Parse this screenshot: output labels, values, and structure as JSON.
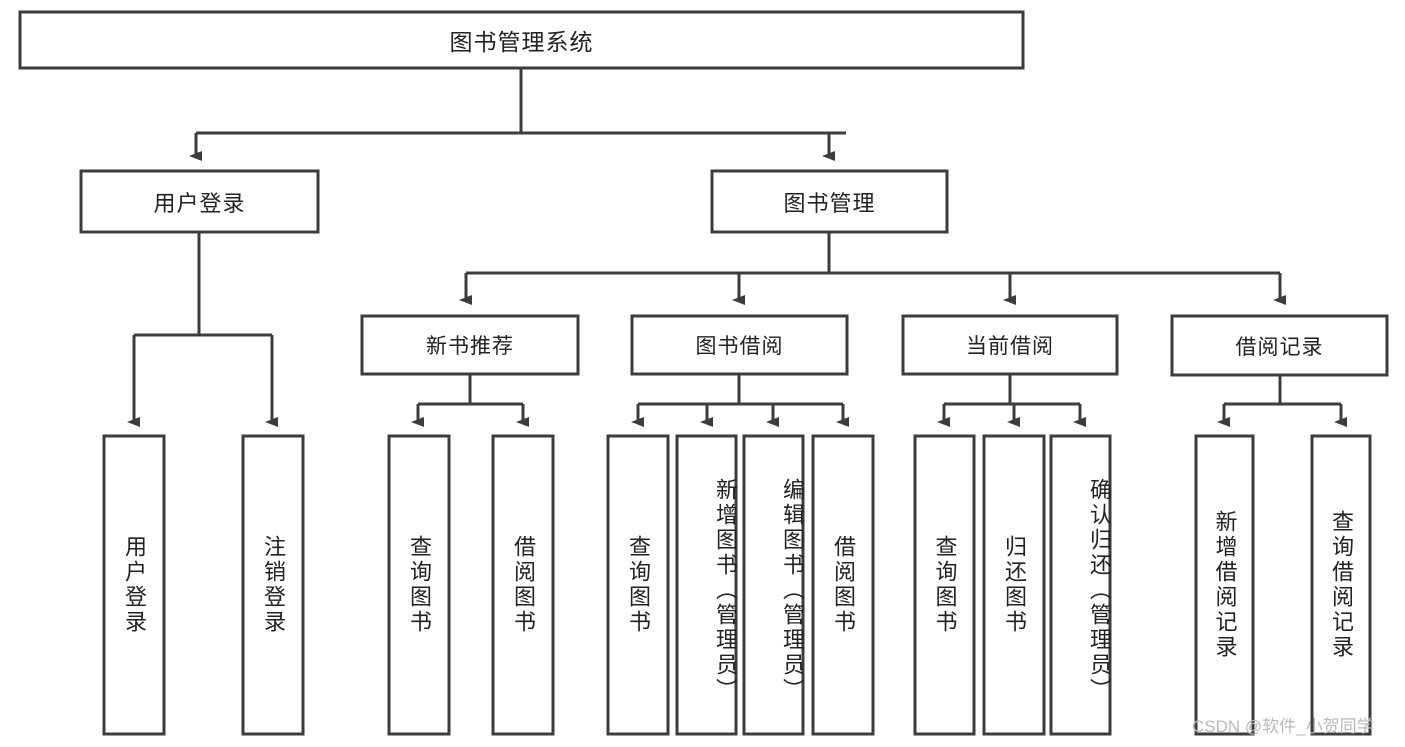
{
  "diagram": {
    "title": "图书管理系统",
    "type": "hierarchy-tree",
    "watermark": "CSDN @软件_小贺同学",
    "colors": {
      "stroke": "#3c3c3c",
      "fill": "#ffffff",
      "text": "#222222",
      "watermark": "#b9b9b9"
    },
    "levels": {
      "root": {
        "label": "图书管理系统"
      },
      "level1": [
        {
          "id": "user-login",
          "label": "用户登录"
        },
        {
          "id": "book-management",
          "label": "图书管理"
        }
      ],
      "level2": [
        {
          "id": "new-book-recommend",
          "label": "新书推荐",
          "parent": "book-management"
        },
        {
          "id": "book-borrow",
          "label": "图书借阅",
          "parent": "book-management"
        },
        {
          "id": "current-borrow",
          "label": "当前借阅",
          "parent": "book-management"
        },
        {
          "id": "borrow-record",
          "label": "借阅记录",
          "parent": "book-management"
        }
      ],
      "leaves": [
        {
          "id": "leaf-user-login",
          "label": "用户登录",
          "parent": "user-login"
        },
        {
          "id": "leaf-logout-login",
          "label": "注销登录",
          "parent": "user-login"
        },
        {
          "id": "leaf-query-book-1",
          "label": "查询图书",
          "parent": "new-book-recommend"
        },
        {
          "id": "leaf-borrow-book-1",
          "label": "借阅图书",
          "parent": "new-book-recommend"
        },
        {
          "id": "leaf-query-book-2",
          "label": "查询图书",
          "parent": "book-borrow"
        },
        {
          "id": "leaf-add-book",
          "label": "新增图书（管理员）",
          "parent": "book-borrow"
        },
        {
          "id": "leaf-edit-book",
          "label": "编辑图书（管理员）",
          "parent": "book-borrow"
        },
        {
          "id": "leaf-borrow-book-2",
          "label": "借阅图书",
          "parent": "book-borrow"
        },
        {
          "id": "leaf-query-book-3",
          "label": "查询图书",
          "parent": "current-borrow"
        },
        {
          "id": "leaf-return-book",
          "label": "归还图书",
          "parent": "current-borrow"
        },
        {
          "id": "leaf-confirm-return",
          "label": "确认归还（管理员）",
          "parent": "current-borrow"
        },
        {
          "id": "leaf-add-record",
          "label": "新增借阅记录",
          "parent": "borrow-record"
        },
        {
          "id": "leaf-query-record",
          "label": "查询借阅记录",
          "parent": "borrow-record"
        }
      ]
    }
  }
}
